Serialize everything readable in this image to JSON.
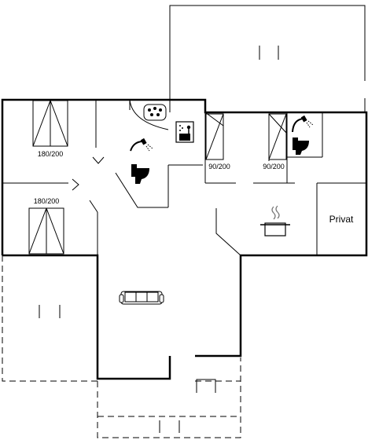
{
  "labels": {
    "bed_top_left": "180/200",
    "bed_mid_left": "180/200",
    "bed_single_1": "90/200",
    "bed_single_2": "90/200",
    "private_room": "Privat"
  },
  "icons": [
    "double-bed-icon",
    "single-bed-icon",
    "shower-icon",
    "toilet-icon",
    "sauna-icon",
    "whirlpool-icon",
    "cooking-pot-icon",
    "sofa-icon"
  ],
  "colors": {
    "line": "#000000",
    "background": "#ffffff"
  }
}
